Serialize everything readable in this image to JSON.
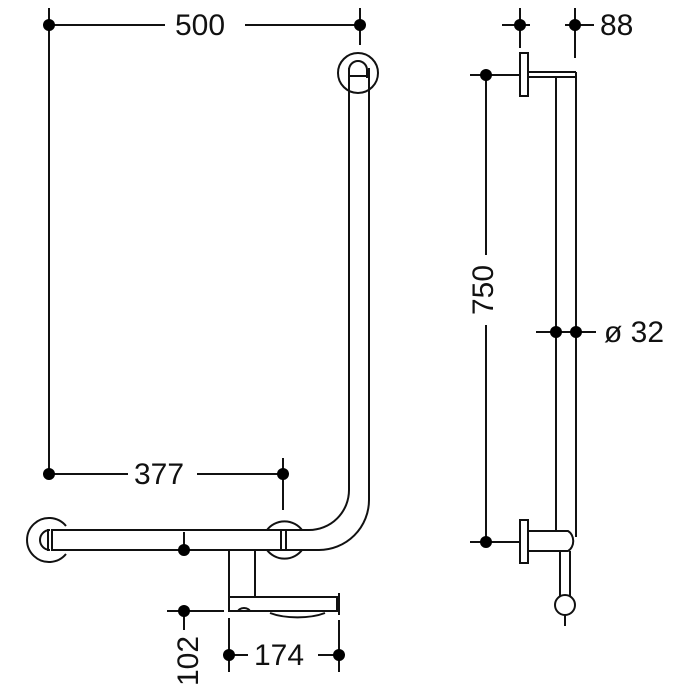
{
  "drawing": {
    "title": "L-shaped grab rail with toilet roll holder — dimension drawing",
    "units": "mm",
    "line_color": "#111111",
    "background": "#ffffff"
  },
  "dimensions": {
    "overall_width": "500",
    "support_spacing": "377",
    "holder_offset": "102",
    "holder_width": "174",
    "wall_projection": "88",
    "overall_height": "750",
    "tube_diameter": "ø 32"
  },
  "views": [
    {
      "name": "front-view",
      "features": [
        "vertical rail",
        "horizontal rail",
        "3 wall rosettes",
        "toilet roll holder"
      ]
    },
    {
      "name": "side-view",
      "features": [
        "vertical rail",
        "2 wall flanges",
        "holder end cap"
      ]
    }
  ]
}
